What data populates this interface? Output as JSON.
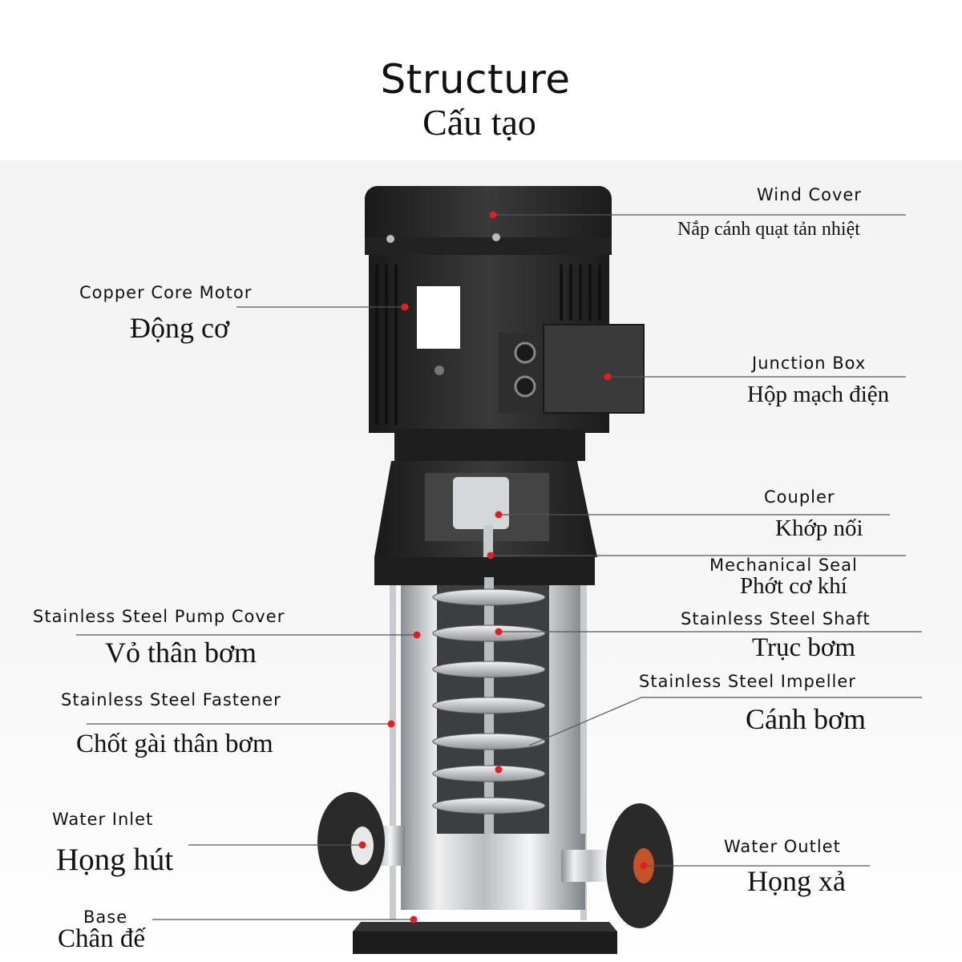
{
  "title": {
    "en": "Structure",
    "vi": "Cấu tạo"
  },
  "labels": {
    "wind_cover": {
      "en": "Wind Cover",
      "vi": "Nắp cánh quạt tản nhiệt"
    },
    "motor": {
      "en": "Copper Core Motor",
      "vi": "Động cơ"
    },
    "junction_box": {
      "en": "Junction Box",
      "vi": "Hộp mạch điện"
    },
    "coupler": {
      "en": "Coupler",
      "vi": "Khớp nối"
    },
    "mechanical_seal": {
      "en": "Mechanical Seal",
      "vi": "Phớt cơ khí"
    },
    "pump_cover": {
      "en": "Stainless Steel Pump Cover",
      "vi": "Vỏ thân bơm"
    },
    "shaft": {
      "en": "Stainless Steel Shaft",
      "vi": "Trục bơm"
    },
    "fastener": {
      "en": "Stainless Steel Fastener",
      "vi": "Chốt gài thân bơm"
    },
    "impeller": {
      "en": "Stainless Steel Impeller",
      "vi": "Cánh bơm"
    },
    "water_inlet": {
      "en": "Water Inlet",
      "vi": "Họng hút"
    },
    "water_outlet": {
      "en": "Water Outlet",
      "vi": "Họng xả"
    },
    "base": {
      "en": "Base",
      "vi": "Chân đế"
    }
  },
  "colors": {
    "marker": "#e02020",
    "leader": "#555555",
    "motor": "#2b2b2b",
    "steel": "#cfd3d6"
  }
}
